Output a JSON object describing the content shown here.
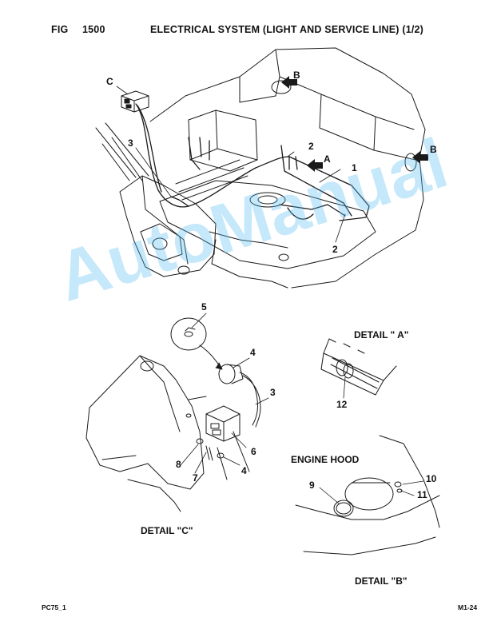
{
  "header": {
    "fig_label": "FIG",
    "fig_number": "1500",
    "title": "ELECTRICAL SYSTEM (LIGHT AND SERVICE LINE) (1/2)"
  },
  "details": {
    "a": "DETAIL \" A\"",
    "b": "DETAIL \"B\"",
    "c": "DETAIL \"C\"",
    "engine_hood": "ENGINE HOOD"
  },
  "callouts": {
    "c_top": "C",
    "b_top": "B",
    "b_right": "B",
    "a": "A",
    "n3_top": "3",
    "n2_upper": "2",
    "n1": "1",
    "n2_lower": "2",
    "n5": "5",
    "n4_top": "4",
    "n3_right": "3",
    "n6": "6",
    "n8": "8",
    "n7": "7",
    "n4_bottom": "4",
    "n12": "12",
    "n9": "9",
    "n10": "10",
    "n11": "11"
  },
  "watermark": "AutoManual",
  "footer": {
    "left": "PC75_1",
    "right": "M1-24"
  },
  "colors": {
    "line": "#1a1a1a",
    "watermark": "#5abef0"
  }
}
